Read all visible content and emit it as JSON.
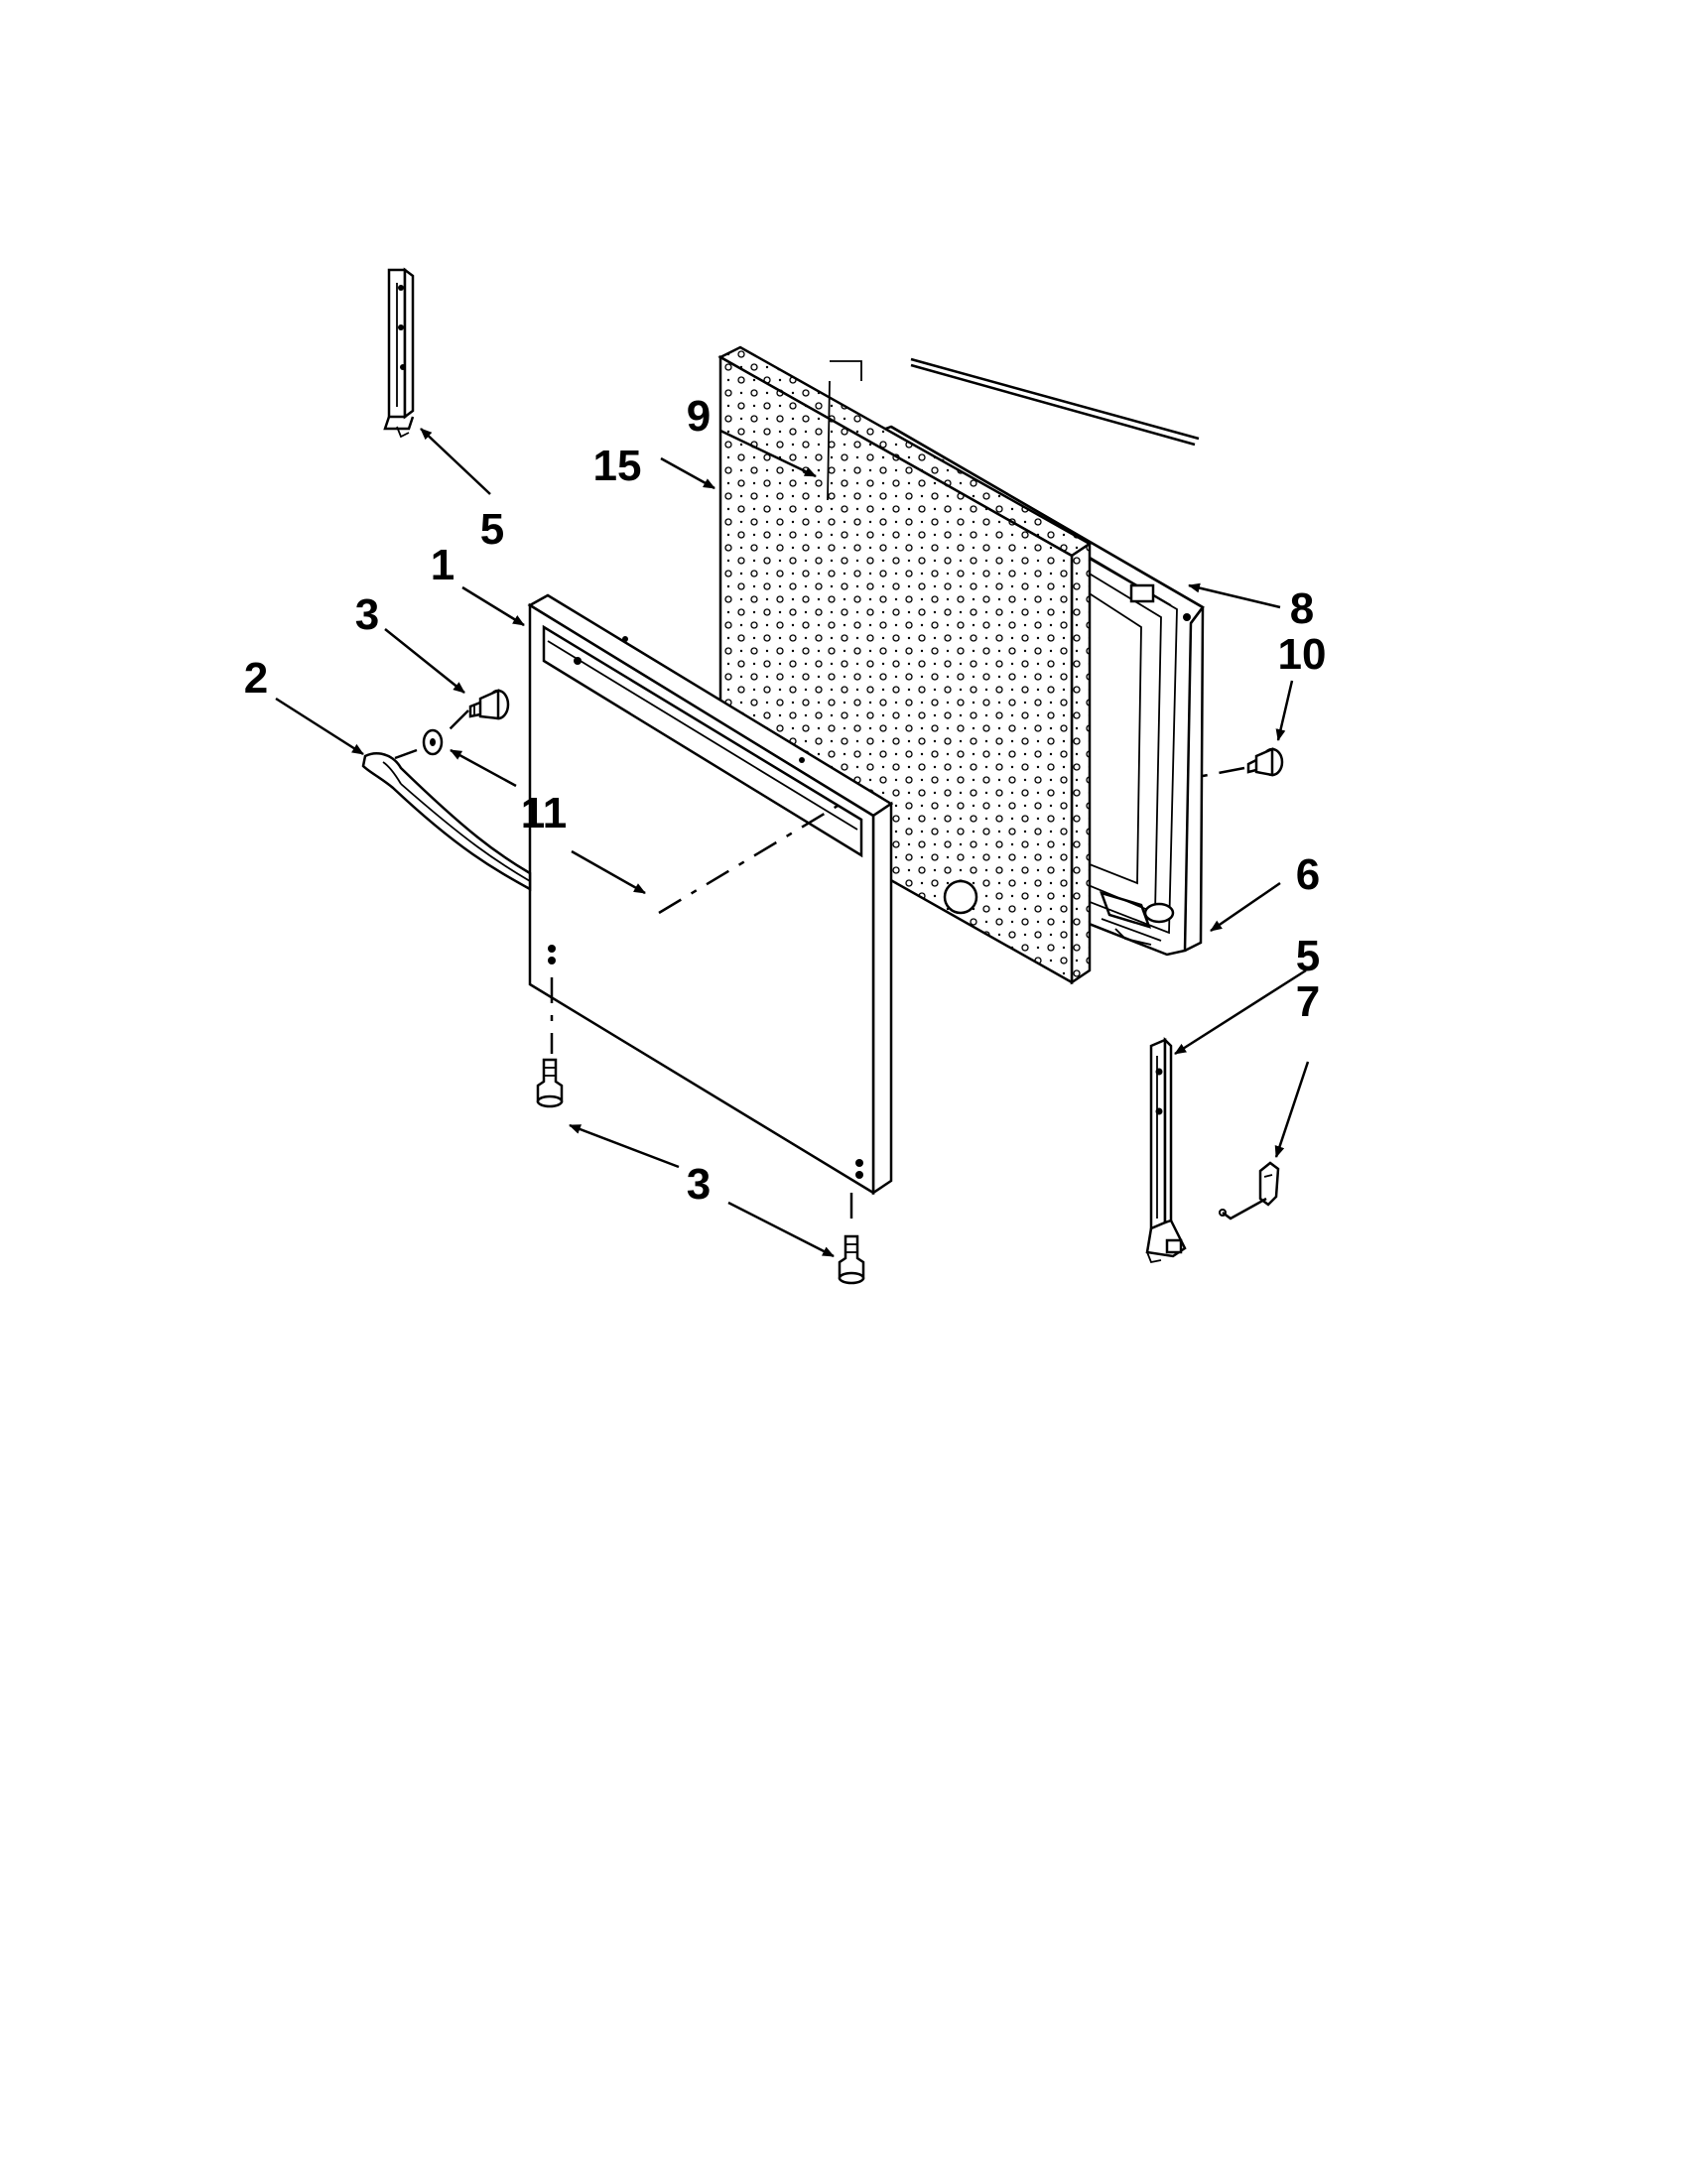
{
  "callouts": {
    "c1": "1",
    "c2": "2",
    "c3_upper": "3",
    "c3_lower": "3",
    "c5_upper": "5",
    "c5_lower": "5",
    "c6": "6",
    "c7": "7",
    "c8": "8",
    "c9": "9",
    "c10": "10",
    "c11": "11",
    "c15": "15"
  }
}
